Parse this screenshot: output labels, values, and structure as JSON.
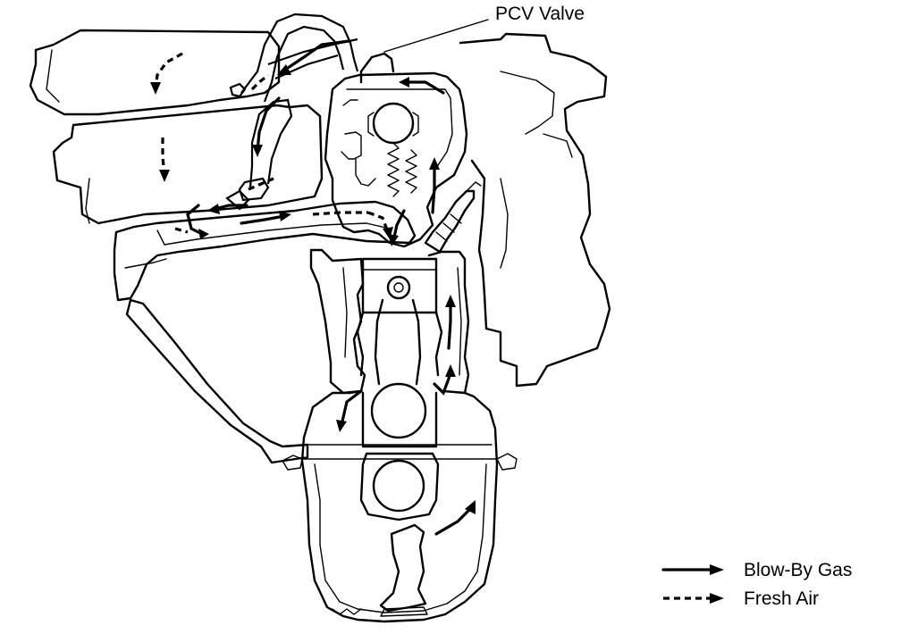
{
  "diagram": {
    "callout_pcv": "PCV Valve",
    "legend": [
      {
        "label": "Blow-By Gas",
        "style": "solid"
      },
      {
        "label": "Fresh Air",
        "style": "dashed"
      }
    ]
  }
}
